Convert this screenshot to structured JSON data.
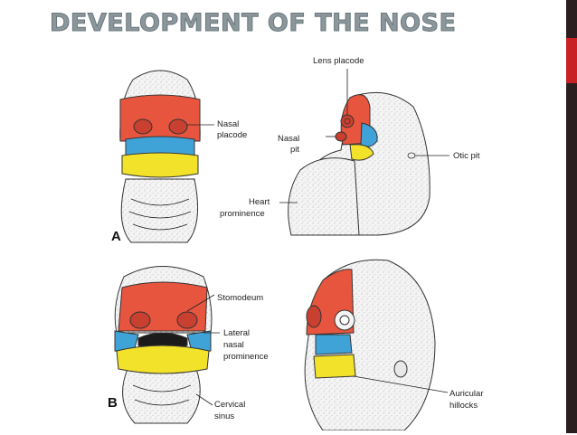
{
  "slide": {
    "title": "DEVELOPMENT OF THE NOSE"
  },
  "figure": {
    "panel_a": {
      "letter": "A",
      "labels": {
        "nasal_placode_1": "Nasal",
        "nasal_placode_2": "placode",
        "lens_placode": "Lens placode",
        "nasal_pit_1": "Nasal",
        "nasal_pit_2": "pit",
        "otic_pit": "Otic pit",
        "heart_prominence_1": "Heart",
        "heart_prominence_2": "prominence"
      }
    },
    "panel_b": {
      "letter": "B",
      "labels": {
        "stomodeum": "Stomodeum",
        "lateral_nasal_1": "Lateral",
        "lateral_nasal_2": "nasal",
        "lateral_nasal_3": "prominence",
        "cervical_sinus_1": "Cervical",
        "cervical_sinus_2": "sinus",
        "auricular_hillocks_1": "Auricular",
        "auricular_hillocks_2": "hillocks"
      }
    },
    "colors": {
      "frontonasal": "#e8553f",
      "maxillary": "#3fa3d8",
      "mandibular": "#f3e22a",
      "tissue": "#f4f4f4",
      "outline": "#333333"
    }
  }
}
